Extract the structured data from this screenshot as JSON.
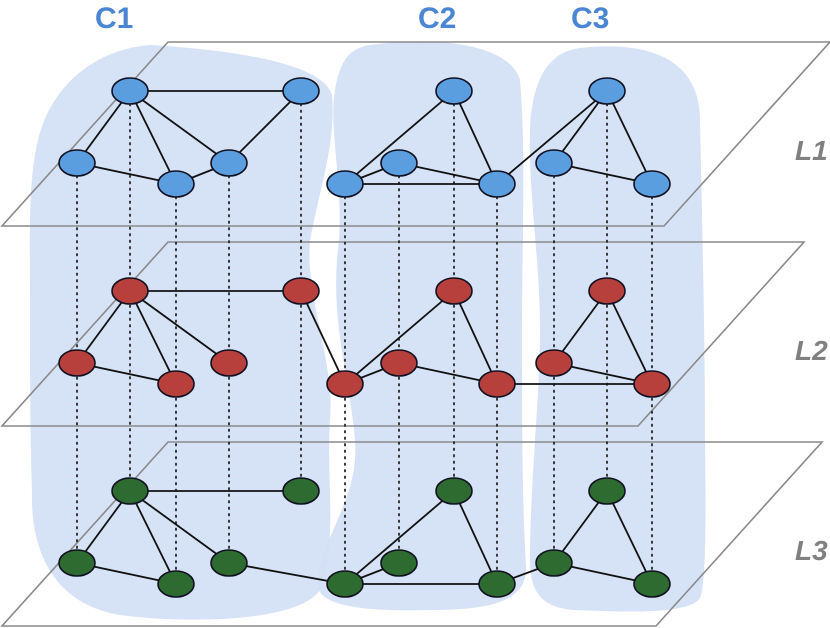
{
  "communities": [
    {
      "id": "C1",
      "label": "C1"
    },
    {
      "id": "C2",
      "label": "C2"
    },
    {
      "id": "C3",
      "label": "C3"
    }
  ],
  "layers": [
    {
      "id": "L1",
      "label": "L1",
      "node_color": "#5b9ee0"
    },
    {
      "id": "L2",
      "label": "L2",
      "node_color": "#b8403c"
    },
    {
      "id": "L3",
      "label": "L3",
      "node_color": "#2e6b30"
    }
  ],
  "colors": {
    "community_label": "#4a86d4",
    "community_fill": "#d2e0f4",
    "plane_stroke": "#8a8a8a",
    "edge": "#111111"
  },
  "nodes_per_layer": [
    "c1-top-left",
    "c1-top-right",
    "c1-left",
    "c1-mid",
    "c1-right",
    "c2-top",
    "c2-left",
    "c2-mid",
    "c2-right",
    "c3-top",
    "c3-left",
    "c3-right"
  ],
  "edges": {
    "L1": [
      [
        "c1-top-left",
        "c1-top-right"
      ],
      [
        "c1-top-left",
        "c1-left"
      ],
      [
        "c1-top-left",
        "c1-mid"
      ],
      [
        "c1-top-left",
        "c1-right"
      ],
      [
        "c1-left",
        "c1-mid"
      ],
      [
        "c1-mid",
        "c1-right"
      ],
      [
        "c1-right",
        "c1-top-right"
      ],
      [
        "c2-top",
        "c2-left"
      ],
      [
        "c2-top",
        "c2-right"
      ],
      [
        "c2-mid",
        "c2-right"
      ],
      [
        "c2-mid",
        "c2-left"
      ],
      [
        "c2-left",
        "c2-right"
      ],
      [
        "c3-top",
        "c3-left"
      ],
      [
        "c3-top",
        "c3-right"
      ],
      [
        "c3-left",
        "c3-right"
      ],
      [
        "c2-right",
        "c3-top"
      ]
    ],
    "L2": [
      [
        "c1-top-left",
        "c1-top-right"
      ],
      [
        "c1-top-left",
        "c1-left"
      ],
      [
        "c1-top-left",
        "c1-mid"
      ],
      [
        "c1-top-left",
        "c1-right"
      ],
      [
        "c1-left",
        "c1-mid"
      ],
      [
        "c1-top-right",
        "c2-left"
      ],
      [
        "c2-top",
        "c2-left"
      ],
      [
        "c2-top",
        "c2-right"
      ],
      [
        "c2-mid",
        "c2-right"
      ],
      [
        "c2-mid",
        "c2-left"
      ],
      [
        "c3-top",
        "c3-left"
      ],
      [
        "c3-top",
        "c3-right"
      ],
      [
        "c3-left",
        "c3-right"
      ],
      [
        "c2-right",
        "c3-right"
      ]
    ],
    "L3": [
      [
        "c1-top-left",
        "c1-top-right"
      ],
      [
        "c1-top-left",
        "c1-left"
      ],
      [
        "c1-top-left",
        "c1-mid"
      ],
      [
        "c1-top-left",
        "c1-right"
      ],
      [
        "c1-left",
        "c1-mid"
      ],
      [
        "c1-right",
        "c2-left"
      ],
      [
        "c2-top",
        "c2-left"
      ],
      [
        "c2-top",
        "c2-right"
      ],
      [
        "c2-mid",
        "c2-left"
      ],
      [
        "c2-left",
        "c2-right"
      ],
      [
        "c3-top",
        "c3-left"
      ],
      [
        "c3-top",
        "c3-right"
      ],
      [
        "c3-left",
        "c3-right"
      ],
      [
        "c2-right",
        "c3-left"
      ]
    ]
  },
  "interlayer_couplings": "dotted vertical lines connect each node to its copies in the other layers"
}
